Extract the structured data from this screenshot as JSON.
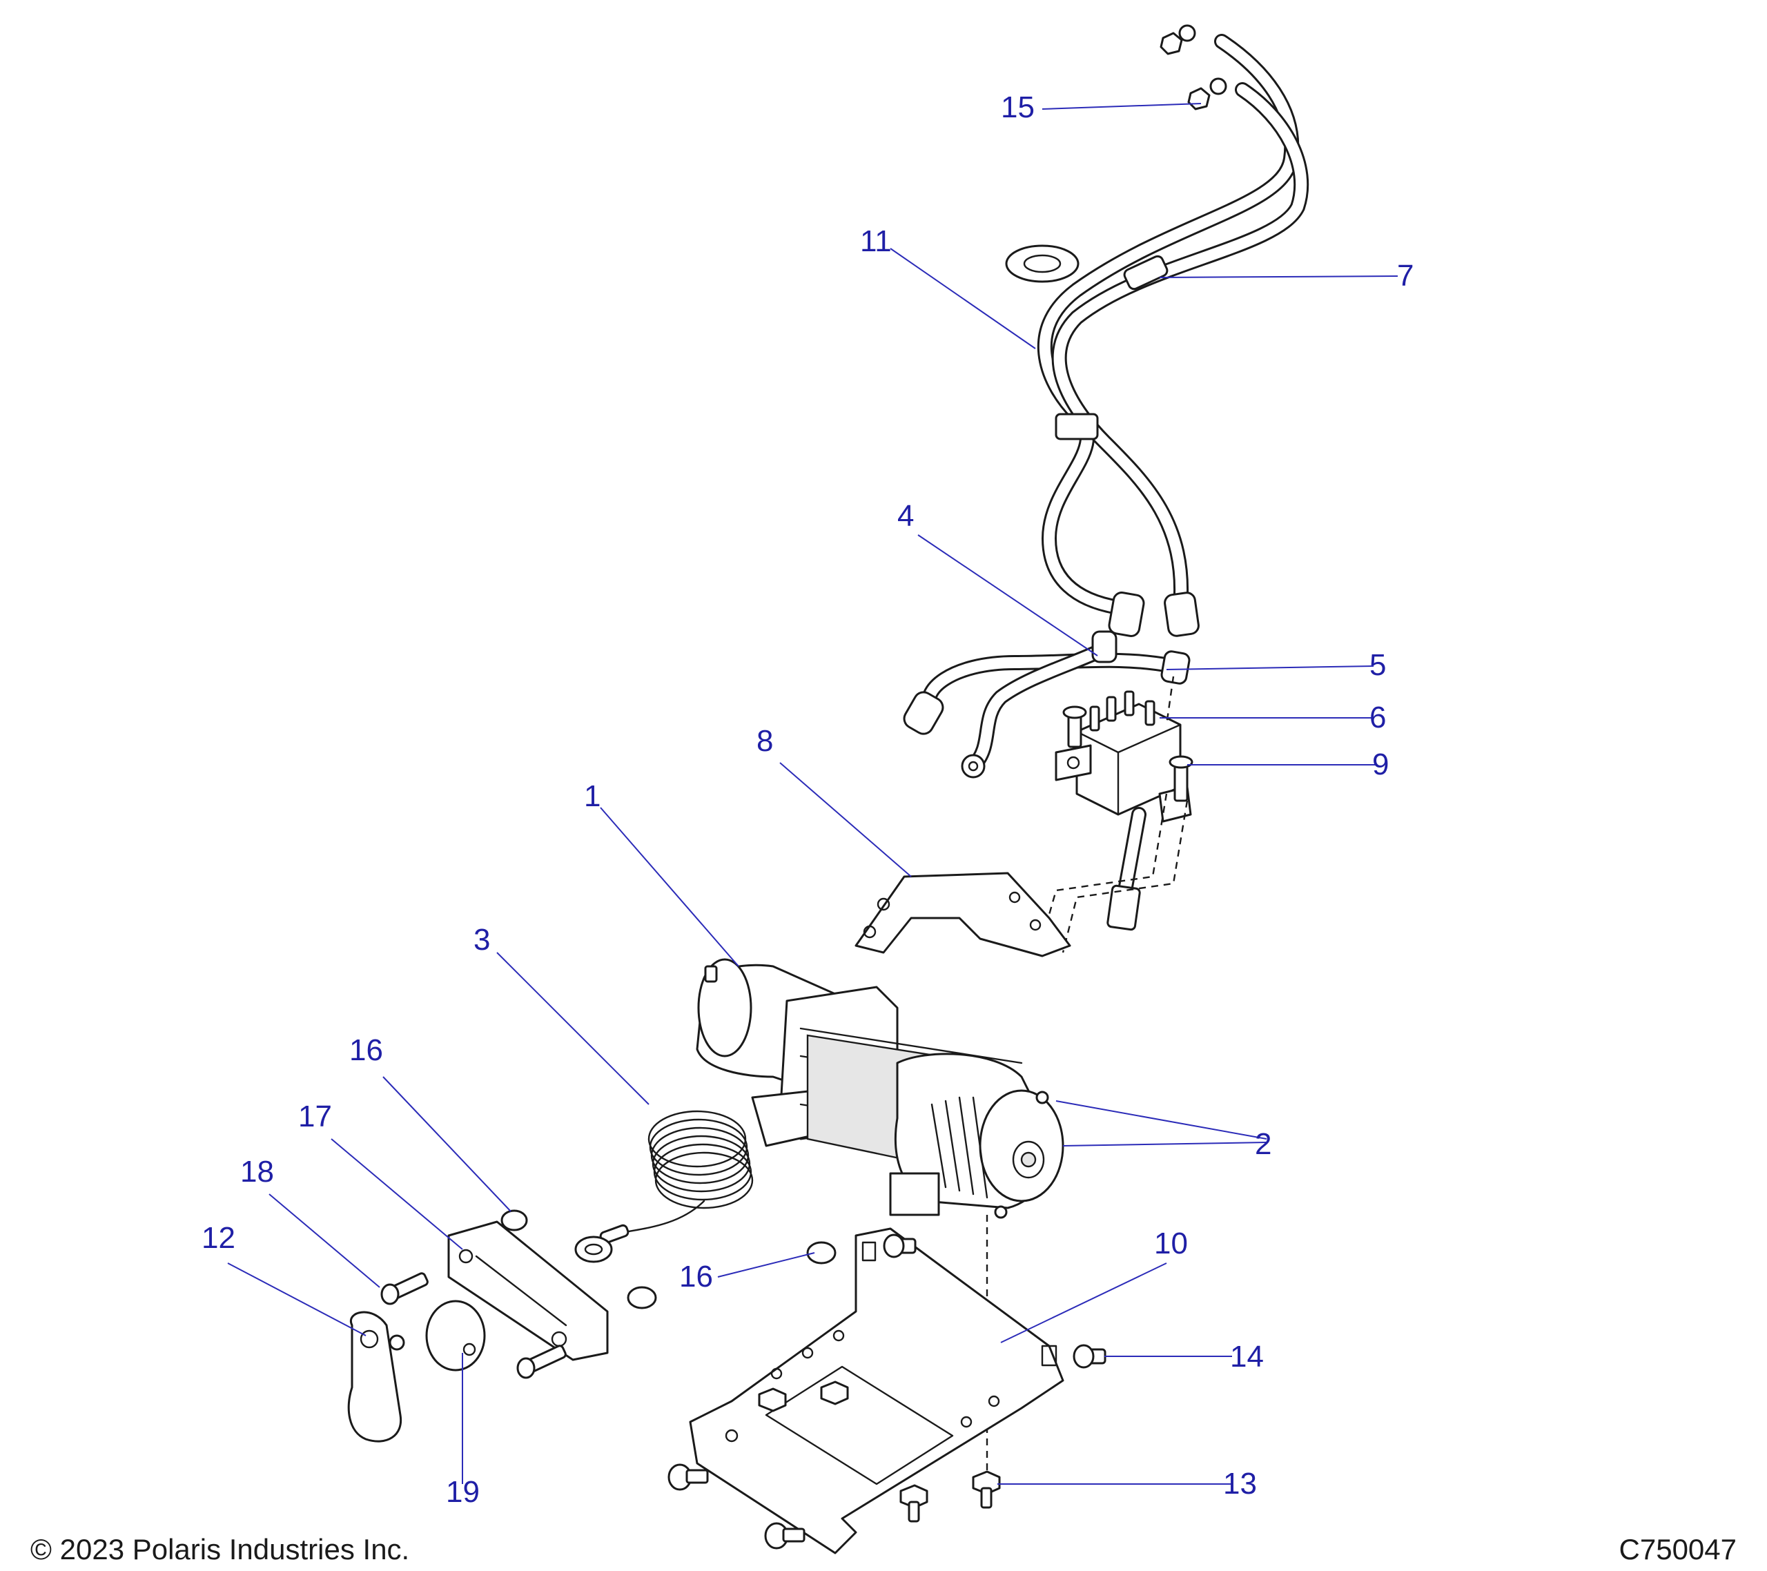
{
  "callouts": {
    "c1": "1",
    "c2": "2",
    "c3": "3",
    "c4": "4",
    "c5": "5",
    "c6": "6",
    "c7": "7",
    "c8": "8",
    "c9": "9",
    "c10": "10",
    "c11": "11",
    "c12": "12",
    "c13": "13",
    "c14": "14",
    "c15": "15",
    "c16a": "16",
    "c16b": "16",
    "c17": "17",
    "c18": "18",
    "c19": "19"
  },
  "footer": {
    "copyright": "© 2023 Polaris Industries Inc.",
    "drawing_id": "C750047"
  },
  "colors": {
    "callout": "#1f1fa6",
    "leader": "#2b2bb8",
    "line_art": "#1a1a1a",
    "background": "#ffffff"
  }
}
